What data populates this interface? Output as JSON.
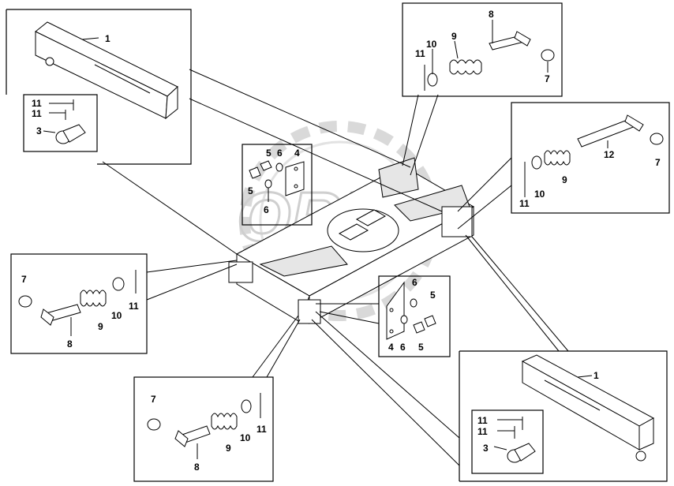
{
  "watermark": {
    "text": "OREX",
    "gear_color": "#d9d9d9"
  },
  "callouts": {
    "topleft": {
      "p1": "1",
      "p11a": "11",
      "p11b": "11",
      "p3": "3"
    },
    "topright": {
      "p8": "8",
      "p9": "9",
      "p10": "10",
      "p11": "11",
      "p7": "7"
    },
    "right": {
      "p12": "12",
      "p9": "9",
      "p10": "10",
      "p11": "11",
      "p7": "7"
    },
    "center": {
      "p5a": "5",
      "p6a": "6",
      "p4": "4",
      "p5b": "5",
      "p6b": "6"
    },
    "left": {
      "p7": "7",
      "p9": "9",
      "p10": "10",
      "p11": "11",
      "p8": "8"
    },
    "midright": {
      "p6a": "6",
      "p5a": "5",
      "p4": "4",
      "p6b": "6",
      "p5b": "5"
    },
    "bottom": {
      "p7": "7",
      "p9": "9",
      "p10": "10",
      "p11": "11",
      "p8": "8"
    },
    "bottomright": {
      "p1": "1",
      "p11a": "11",
      "p11b": "11",
      "p3": "3"
    }
  }
}
